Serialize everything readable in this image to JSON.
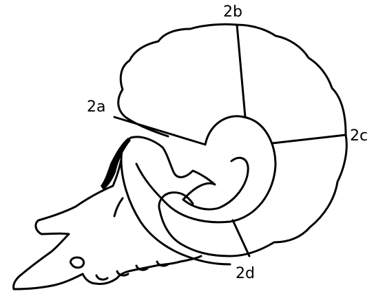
{
  "labels": {
    "a": "2a",
    "b": "2b",
    "c": "2c",
    "d": "2d"
  },
  "colors": {
    "stroke": "#000000",
    "background": "#ffffff"
  }
}
